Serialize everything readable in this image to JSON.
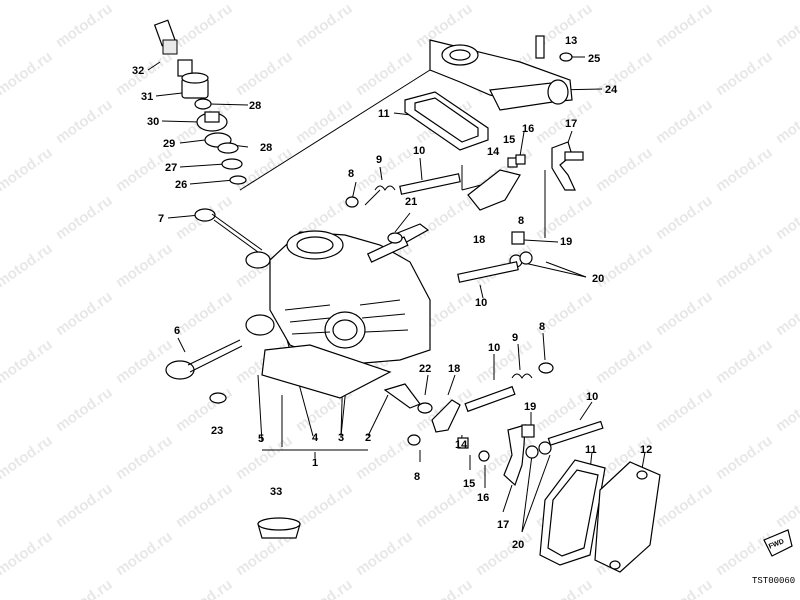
{
  "watermark_text": "motod.ru",
  "drawing_code": "TST00060",
  "fwd_label": "FWD",
  "callouts": [
    {
      "id": "c32",
      "text": "32"
    },
    {
      "id": "c31",
      "text": "31"
    },
    {
      "id": "c28a",
      "text": "28"
    },
    {
      "id": "c30",
      "text": "30"
    },
    {
      "id": "c29",
      "text": "29"
    },
    {
      "id": "c28b",
      "text": "28"
    },
    {
      "id": "c27",
      "text": "27"
    },
    {
      "id": "c26",
      "text": "26"
    },
    {
      "id": "c13",
      "text": "13"
    },
    {
      "id": "c25",
      "text": "25"
    },
    {
      "id": "c24",
      "text": "24"
    },
    {
      "id": "c11a",
      "text": "11"
    },
    {
      "id": "c15a",
      "text": "15"
    },
    {
      "id": "c16a",
      "text": "16"
    },
    {
      "id": "c17a",
      "text": "17"
    },
    {
      "id": "c14a",
      "text": "14"
    },
    {
      "id": "c10a",
      "text": "10"
    },
    {
      "id": "c9a",
      "text": "9"
    },
    {
      "id": "c8a",
      "text": "8"
    },
    {
      "id": "c21",
      "text": "21"
    },
    {
      "id": "c8b",
      "text": "8"
    },
    {
      "id": "c7",
      "text": "7"
    },
    {
      "id": "c18a",
      "text": "18"
    },
    {
      "id": "c19a",
      "text": "19"
    },
    {
      "id": "c20a",
      "text": "20"
    },
    {
      "id": "c10b",
      "text": "10"
    },
    {
      "id": "c6",
      "text": "6"
    },
    {
      "id": "c9b",
      "text": "9"
    },
    {
      "id": "c8c",
      "text": "8"
    },
    {
      "id": "c10c",
      "text": "10"
    },
    {
      "id": "c22",
      "text": "22"
    },
    {
      "id": "c18b",
      "text": "18"
    },
    {
      "id": "c19b",
      "text": "19"
    },
    {
      "id": "c10d",
      "text": "10"
    },
    {
      "id": "c23",
      "text": "23"
    },
    {
      "id": "c5",
      "text": "5"
    },
    {
      "id": "c4",
      "text": "4"
    },
    {
      "id": "c3",
      "text": "3"
    },
    {
      "id": "c2",
      "text": "2"
    },
    {
      "id": "c1",
      "text": "1"
    },
    {
      "id": "c8d",
      "text": "8"
    },
    {
      "id": "c14b",
      "text": "14"
    },
    {
      "id": "c11b",
      "text": "11"
    },
    {
      "id": "c12",
      "text": "12"
    },
    {
      "id": "c15b",
      "text": "15"
    },
    {
      "id": "c16b",
      "text": "16"
    },
    {
      "id": "c17b",
      "text": "17"
    },
    {
      "id": "c20b",
      "text": "20"
    },
    {
      "id": "c33",
      "text": "33"
    }
  ]
}
